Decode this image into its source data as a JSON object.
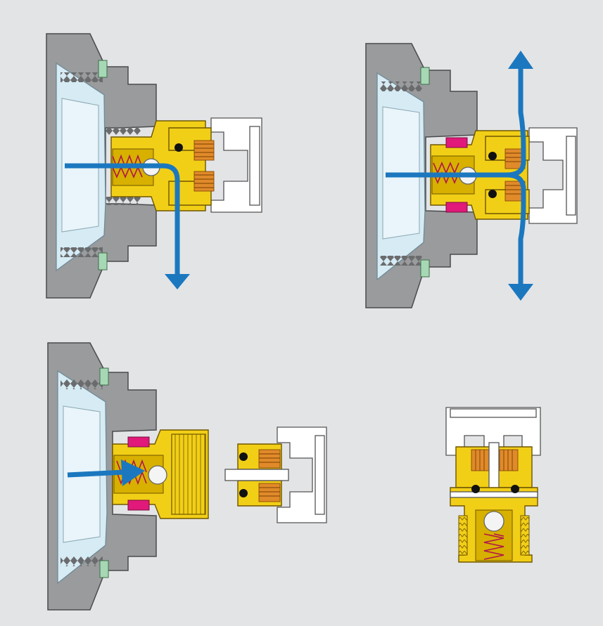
{
  "diagram": {
    "panels": [
      {
        "id": "top-left",
        "state": "connected, flow diverted downward"
      },
      {
        "id": "top-right",
        "state": "connected, flow split up and down"
      },
      {
        "id": "bottom-left",
        "state": "closed valve with cap, plug removed"
      },
      {
        "id": "bottom-right",
        "state": "detached valve insert"
      }
    ],
    "colors": {
      "background": "#e3e4e6",
      "wall": "#9a9b9d",
      "glass": "#d6ebf4",
      "brass": "#f2cf17",
      "flow": "#1b78bf",
      "coil": "#e08a2a",
      "gasket_green": "#a7d8b5",
      "gasket_pink": "#e0197a",
      "spring": "#b0154a"
    }
  }
}
